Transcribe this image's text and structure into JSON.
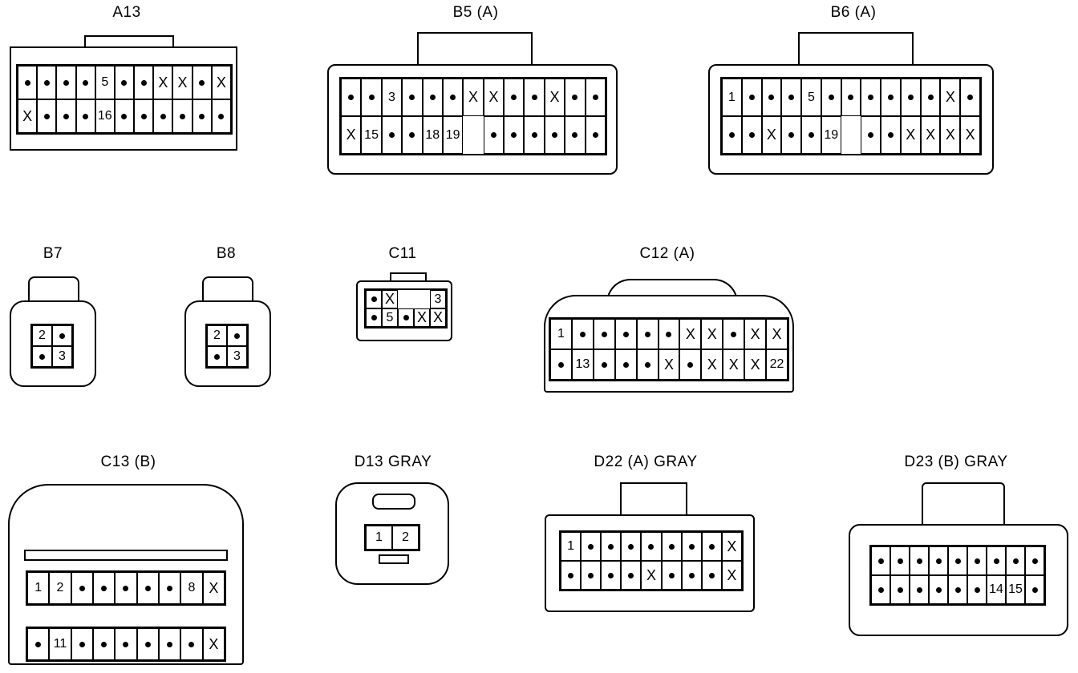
{
  "connectors": [
    {
      "id": "a13",
      "title": "A13",
      "rows": [
        [
          "•",
          "•",
          "•",
          "•",
          "5",
          "•",
          "•",
          "X",
          "X",
          "•",
          "X"
        ],
        [
          "X",
          "•",
          "•",
          "•",
          "16",
          "•",
          "•",
          "•",
          "•",
          "•",
          "•"
        ]
      ]
    },
    {
      "id": "b5",
      "title": "B5 (A)",
      "rows": [
        [
          "•",
          "•",
          "3",
          "•",
          "•",
          "•",
          "X",
          "X",
          "•",
          "•",
          "X",
          "•",
          "•"
        ],
        [
          "X",
          "15",
          "•",
          "•",
          "18",
          "19",
          "",
          "•",
          "•",
          "•",
          "•",
          "•",
          "•"
        ]
      ]
    },
    {
      "id": "b6",
      "title": "B6 (A)",
      "rows": [
        [
          "1",
          "•",
          "•",
          "•",
          "5",
          "•",
          "•",
          "•",
          "•",
          "•",
          "•",
          "X",
          "•"
        ],
        [
          "•",
          "•",
          "X",
          "•",
          "•",
          "19",
          "",
          "•",
          "•",
          "X",
          "X",
          "X",
          "X"
        ]
      ]
    },
    {
      "id": "b7",
      "title": "B7",
      "rows": [
        [
          "2",
          "•"
        ],
        [
          "•",
          "3"
        ]
      ]
    },
    {
      "id": "b8",
      "title": "B8",
      "rows": [
        [
          "2",
          "•"
        ],
        [
          "•",
          "3"
        ]
      ]
    },
    {
      "id": "c11",
      "title": "C11",
      "rows": [
        [
          "•",
          "X",
          "",
          "",
          "3"
        ],
        [
          "•",
          "5",
          "•",
          "X",
          "X"
        ]
      ]
    },
    {
      "id": "c12",
      "title": "C12 (A)",
      "rows": [
        [
          "1",
          "•",
          "•",
          "•",
          "•",
          "•",
          "X",
          "X",
          "•",
          "X",
          "X"
        ],
        [
          "•",
          "13",
          "•",
          "•",
          "•",
          "X",
          "•",
          "X",
          "X",
          "X",
          "22"
        ]
      ]
    },
    {
      "id": "c13",
      "title": "C13 (B)",
      "rows": [
        [
          "1",
          "2",
          "•",
          "•",
          "•",
          "•",
          "•",
          "8",
          "X"
        ],
        [
          "•",
          "11",
          "•",
          "•",
          "•",
          "•",
          "•",
          "•",
          "X"
        ]
      ]
    },
    {
      "id": "d13",
      "title": "D13  GRAY",
      "rows": [
        [
          "1",
          "2"
        ]
      ]
    },
    {
      "id": "d22",
      "title": "D22 (A)  GRAY",
      "rows": [
        [
          "1",
          "•",
          "•",
          "•",
          "•",
          "•",
          "•",
          "•",
          "X"
        ],
        [
          "•",
          "•",
          "•",
          "•",
          "X",
          "•",
          "•",
          "•",
          "X"
        ]
      ]
    },
    {
      "id": "d23",
      "title": "D23 (B)  GRAY",
      "rows": [
        [
          "•",
          "•",
          "•",
          "•",
          "•",
          "•",
          "•",
          "•",
          "•"
        ],
        [
          "•",
          "•",
          "•",
          "•",
          "•",
          "•",
          "14",
          "15",
          "•"
        ]
      ]
    }
  ]
}
